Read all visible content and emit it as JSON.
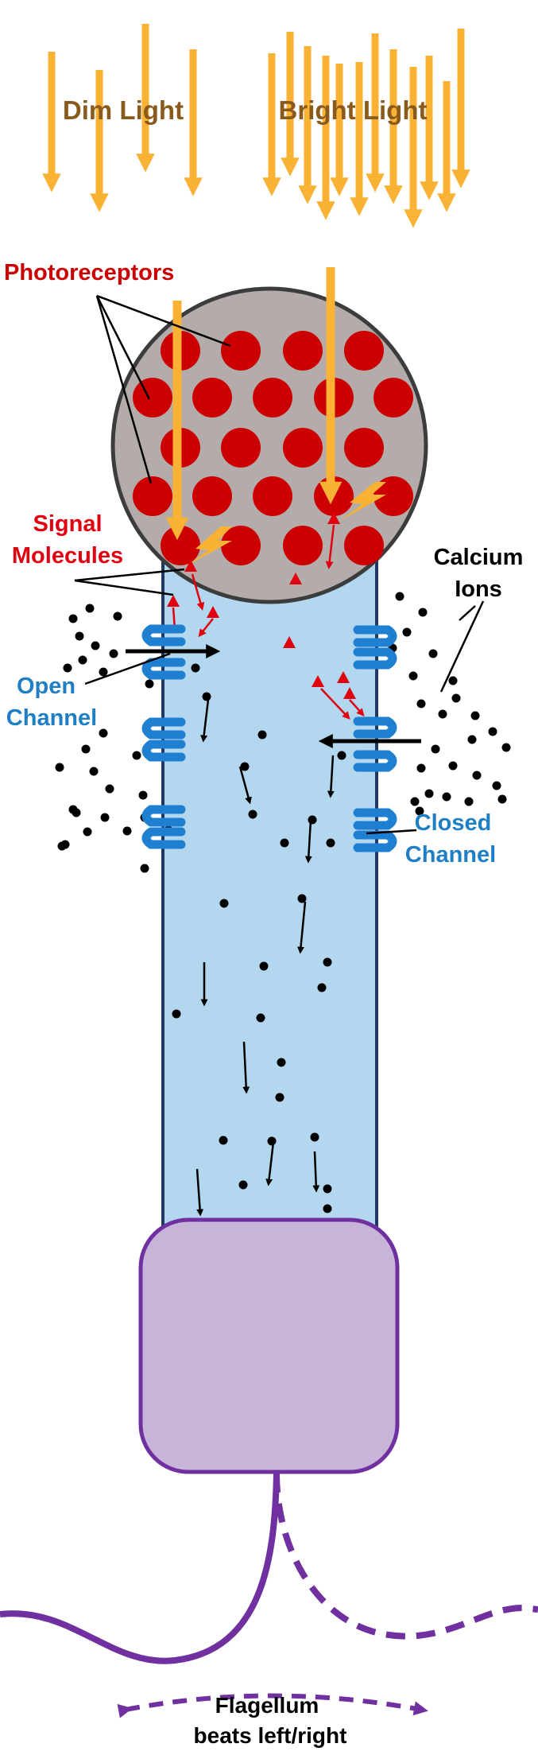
{
  "labels": {
    "dim_light": "Dim Light",
    "bright_light": "Bright Light",
    "photoreceptors": "Photoreceptors",
    "signal_line1": "Signal",
    "signal_line2": "Molecules",
    "calcium_line1": "Calcium",
    "calcium_line2": "Ions",
    "open_line1": "Open",
    "open_line2": "Channel",
    "closed_line1": "Closed",
    "closed_line2": "Channel",
    "flagellum_line1": "Flagellum",
    "flagellum_line2": "beats left/right"
  },
  "colors": {
    "light": "#f9b233",
    "light_label": "#8a5a1c",
    "photoreceptor": "#cc0000",
    "eye": "#b3acab",
    "cell": "#b3d7ee",
    "channel": "#1f7fd0",
    "channel_label": "#1f7fc4",
    "signal": "#e0000f",
    "ion": "#000000",
    "body": "#c8b4d8",
    "flagellum": "#7030a0"
  }
}
